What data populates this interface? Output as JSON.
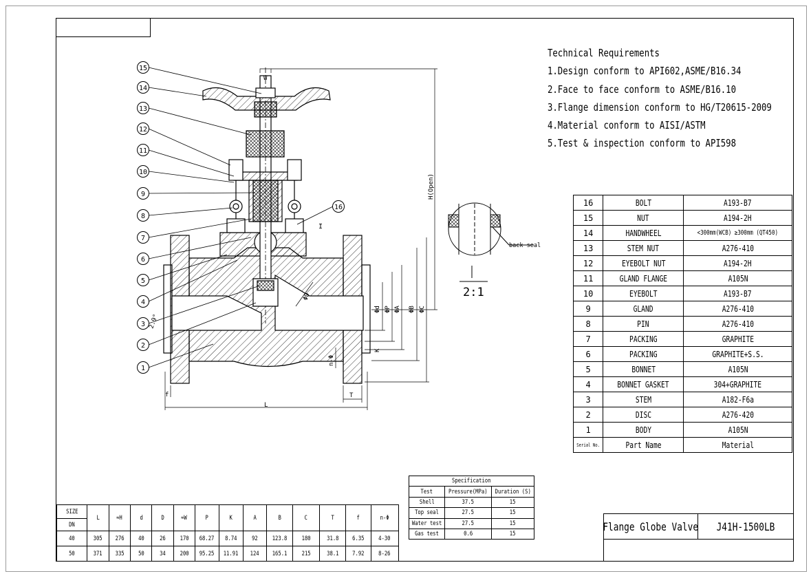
{
  "tech_requirements": {
    "title": "Technical Requirements",
    "items": [
      "1.Design conform to API602,ASME/B16.34",
      "2.Face to face conform to ASME/B16.10",
      "3.Flange dimension conform to HG/T20615-2009",
      "4.Material conform to AISI/ASTM",
      "5.Test & inspection conform to API598"
    ]
  },
  "parts_table": {
    "rows": [
      {
        "no": "16",
        "name": "BOLT",
        "material": "A193-B7"
      },
      {
        "no": "15",
        "name": "NUT",
        "material": "A194-2H"
      },
      {
        "no": "14",
        "name": "HANDWHEEL",
        "material": "<300mm(WCB) ≥300mm (QT450)"
      },
      {
        "no": "13",
        "name": "STEM NUT",
        "material": "A276-410"
      },
      {
        "no": "12",
        "name": "EYEBOLT NUT",
        "material": "A194-2H"
      },
      {
        "no": "11",
        "name": "GLAND FLANGE",
        "material": "A105N"
      },
      {
        "no": "10",
        "name": "EYEBOLT",
        "material": "A193-B7"
      },
      {
        "no": "9",
        "name": "GLAND",
        "material": "A276-410"
      },
      {
        "no": "8",
        "name": "PIN",
        "material": "A276-410"
      },
      {
        "no": "7",
        "name": "PACKING",
        "material": "GRAPHITE"
      },
      {
        "no": "6",
        "name": "PACKING",
        "material": "GRAPHITE+S.S."
      },
      {
        "no": "5",
        "name": "BONNET",
        "material": "A105N"
      },
      {
        "no": "4",
        "name": "BONNET GASKET",
        "material": "304+GRAPHITE"
      },
      {
        "no": "3",
        "name": "STEM",
        "material": "A182-F6a"
      },
      {
        "no": "2",
        "name": "DISC",
        "material": "A276-420"
      },
      {
        "no": "1",
        "name": "BODY",
        "material": "A105N"
      }
    ],
    "footer": {
      "no": "Serial No.",
      "name": "Part Name",
      "material": "Material"
    }
  },
  "spec_table": {
    "title": "Specification",
    "headers": [
      "Test",
      "Pressure(MPa)",
      "Duration (S)"
    ],
    "rows": [
      [
        "Shell",
        "37.5",
        "15"
      ],
      [
        "Top seal",
        "27.5",
        "15"
      ],
      [
        "Water test",
        "27.5",
        "15"
      ],
      [
        "Gas test",
        "0.6",
        "15"
      ]
    ]
  },
  "dims_table": {
    "size_label": "SIZE",
    "dn_label": "DN",
    "headers": [
      "L",
      "≈H",
      "d",
      "D",
      "≈W",
      "P",
      "K",
      "A",
      "B",
      "C",
      "T",
      "f",
      "n-Φ"
    ],
    "rows": [
      {
        "dn": "40",
        "values": [
          "305",
          "276",
          "40",
          "26",
          "170",
          "68.27",
          "8.74",
          "92",
          "123.8",
          "180",
          "31.8",
          "6.35",
          "4-30"
        ]
      },
      {
        "dn": "50",
        "values": [
          "371",
          "335",
          "50",
          "34",
          "200",
          "95.25",
          "11.91",
          "124",
          "165.1",
          "215",
          "38.1",
          "7.92",
          "8-26"
        ]
      }
    ]
  },
  "title_block": {
    "name": "Flange Globe Valve",
    "model": "J41H-1500LB"
  },
  "drawing": {
    "balloons": [
      "15",
      "14",
      "13",
      "12",
      "11",
      "10",
      "9",
      "8",
      "7",
      "6",
      "5",
      "4",
      "3",
      "2",
      "1"
    ],
    "balloon_16": "16",
    "detail_mark": "I",
    "detail_scale": "2:1",
    "back_seal_label": "back seal",
    "dim_labels": {
      "W": "W",
      "H": "H(Open)",
      "L": "L",
      "T": "T",
      "f": "f",
      "d": "Φd",
      "D": "ΦD",
      "P": "ΦP",
      "A": "ΦA",
      "B": "ΦB",
      "C": "ΦC",
      "K": "K",
      "n": "n-Φ",
      "angle": "2.9°"
    }
  }
}
